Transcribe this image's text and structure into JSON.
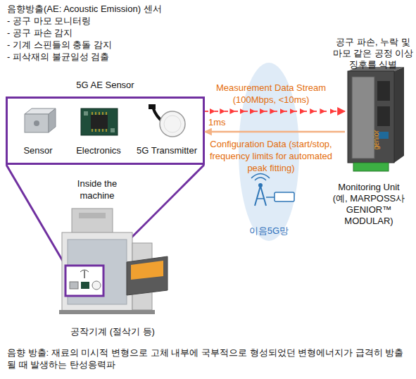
{
  "diagram": {
    "title": "음향방출(AE: Acoustic Emission) 센서",
    "caption": "음향 방출: 재료의 미시적 변형으로 고체 내부에 국부적으로 형성되었던 변형에너지가 급격히 방출될 때 발생하는 탄성응력파",
    "nodes": [
      {
        "text": [
          "5G AE Sensor"
        ]
      },
      {
        "text": [
          "Sensor"
        ],
        "in": 0
      },
      {
        "text": [
          "Electronics"
        ],
        "in": 0
      },
      {
        "text": [
          "5G Transmitter"
        ],
        "in": 0
      },
      {
        "text": [
          "이음5G망"
        ]
      },
      {
        "text": [
          "공구 파손, 누락 및 마모 같은 공정 이상 징후를 식별",
          "Monitoring Unit (예, MARPOSS사 GENIOR™ MODULAR)"
        ]
      }
    ],
    "edges": [
      {
        "from": 0,
        "to": 5,
        "arrow": "to",
        "label": "Measurement Data Stream (100Mbps, <10ms)"
      },
      {
        "from": 5,
        "to": 0,
        "arrow": "to",
        "label": "Configuration Data (start/stop, frequency limits for automated peak fitting)"
      }
    ],
    "labels": [
      "- 공구 마모 모니터링",
      "- 공구 파손 감지",
      "- 기계 스핀들의 충돌 감지",
      "- 피삭재의 불균일성 검출",
      "1ms",
      "Inside the machine",
      "genior",
      "공작기계 (절삭기 등)"
    ]
  }
}
